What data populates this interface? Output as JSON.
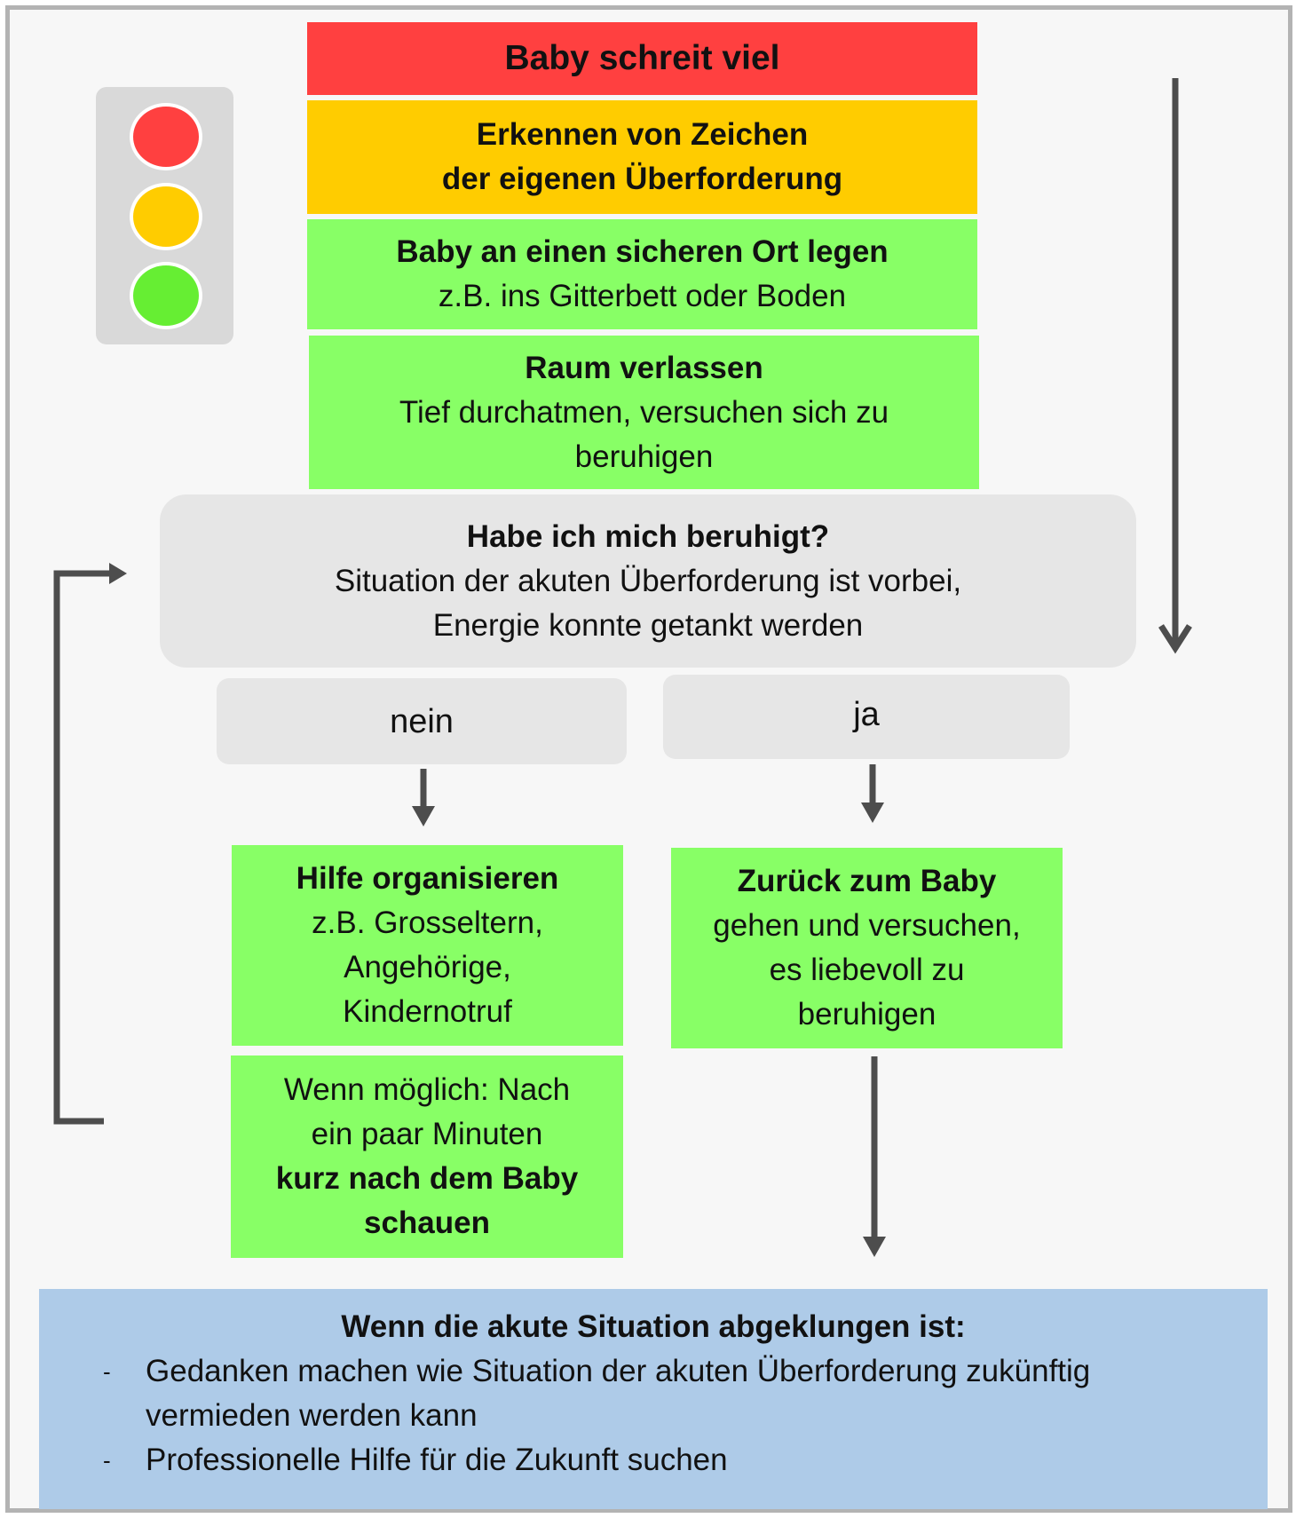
{
  "title": "Baby schreit viel",
  "recognize": {
    "line1": "Erkennen von Zeichen",
    "line2": "der eigenen Überforderung"
  },
  "safe_place": {
    "bold": "Baby an einen sicheren Ort legen",
    "text": "z.B. ins Gitterbett oder Boden"
  },
  "leave_room": {
    "bold": "Raum verlassen",
    "line1": "Tief durchatmen, versuchen sich zu",
    "line2": "beruhigen"
  },
  "question": {
    "bold": "Habe ich mich beruhigt?",
    "line1": "Situation der akuten Überforderung ist vorbei,",
    "line2": "Energie konnte getankt werden"
  },
  "answer_no": "nein",
  "answer_yes": "ja",
  "help": {
    "bold": "Hilfe organisieren",
    "line1": "z.B. Grosseltern,",
    "line2": "Angehörige,",
    "line3": "Kindernotruf"
  },
  "check": {
    "line1": "Wenn möglich: Nach",
    "line2": "ein paar Minuten",
    "bold1": "kurz nach dem Baby",
    "bold2": "schauen"
  },
  "back": {
    "bold": "Zurück zum Baby",
    "line1": "gehen und versuchen,",
    "line2": "es liebevoll zu",
    "line3": "beruhigen"
  },
  "final": {
    "title": "Wenn die akute Situation abgeklungen ist:",
    "bullet": "-",
    "items": [
      "Gedanken machen wie Situation der akuten Überforderung zukünftig vermieden werden kann",
      "Professionelle Hilfe für die Zukunft suchen"
    ]
  },
  "colors": {
    "red": "#ff4040",
    "yellow": "#ffcc00",
    "green": "#88ff66",
    "grey": "#e6e6e6",
    "blue": "#aecbe8",
    "arrow": "#4d4d4d",
    "frame": "#b3b3b3"
  },
  "traffic_light": [
    "red",
    "yellow",
    "green"
  ]
}
